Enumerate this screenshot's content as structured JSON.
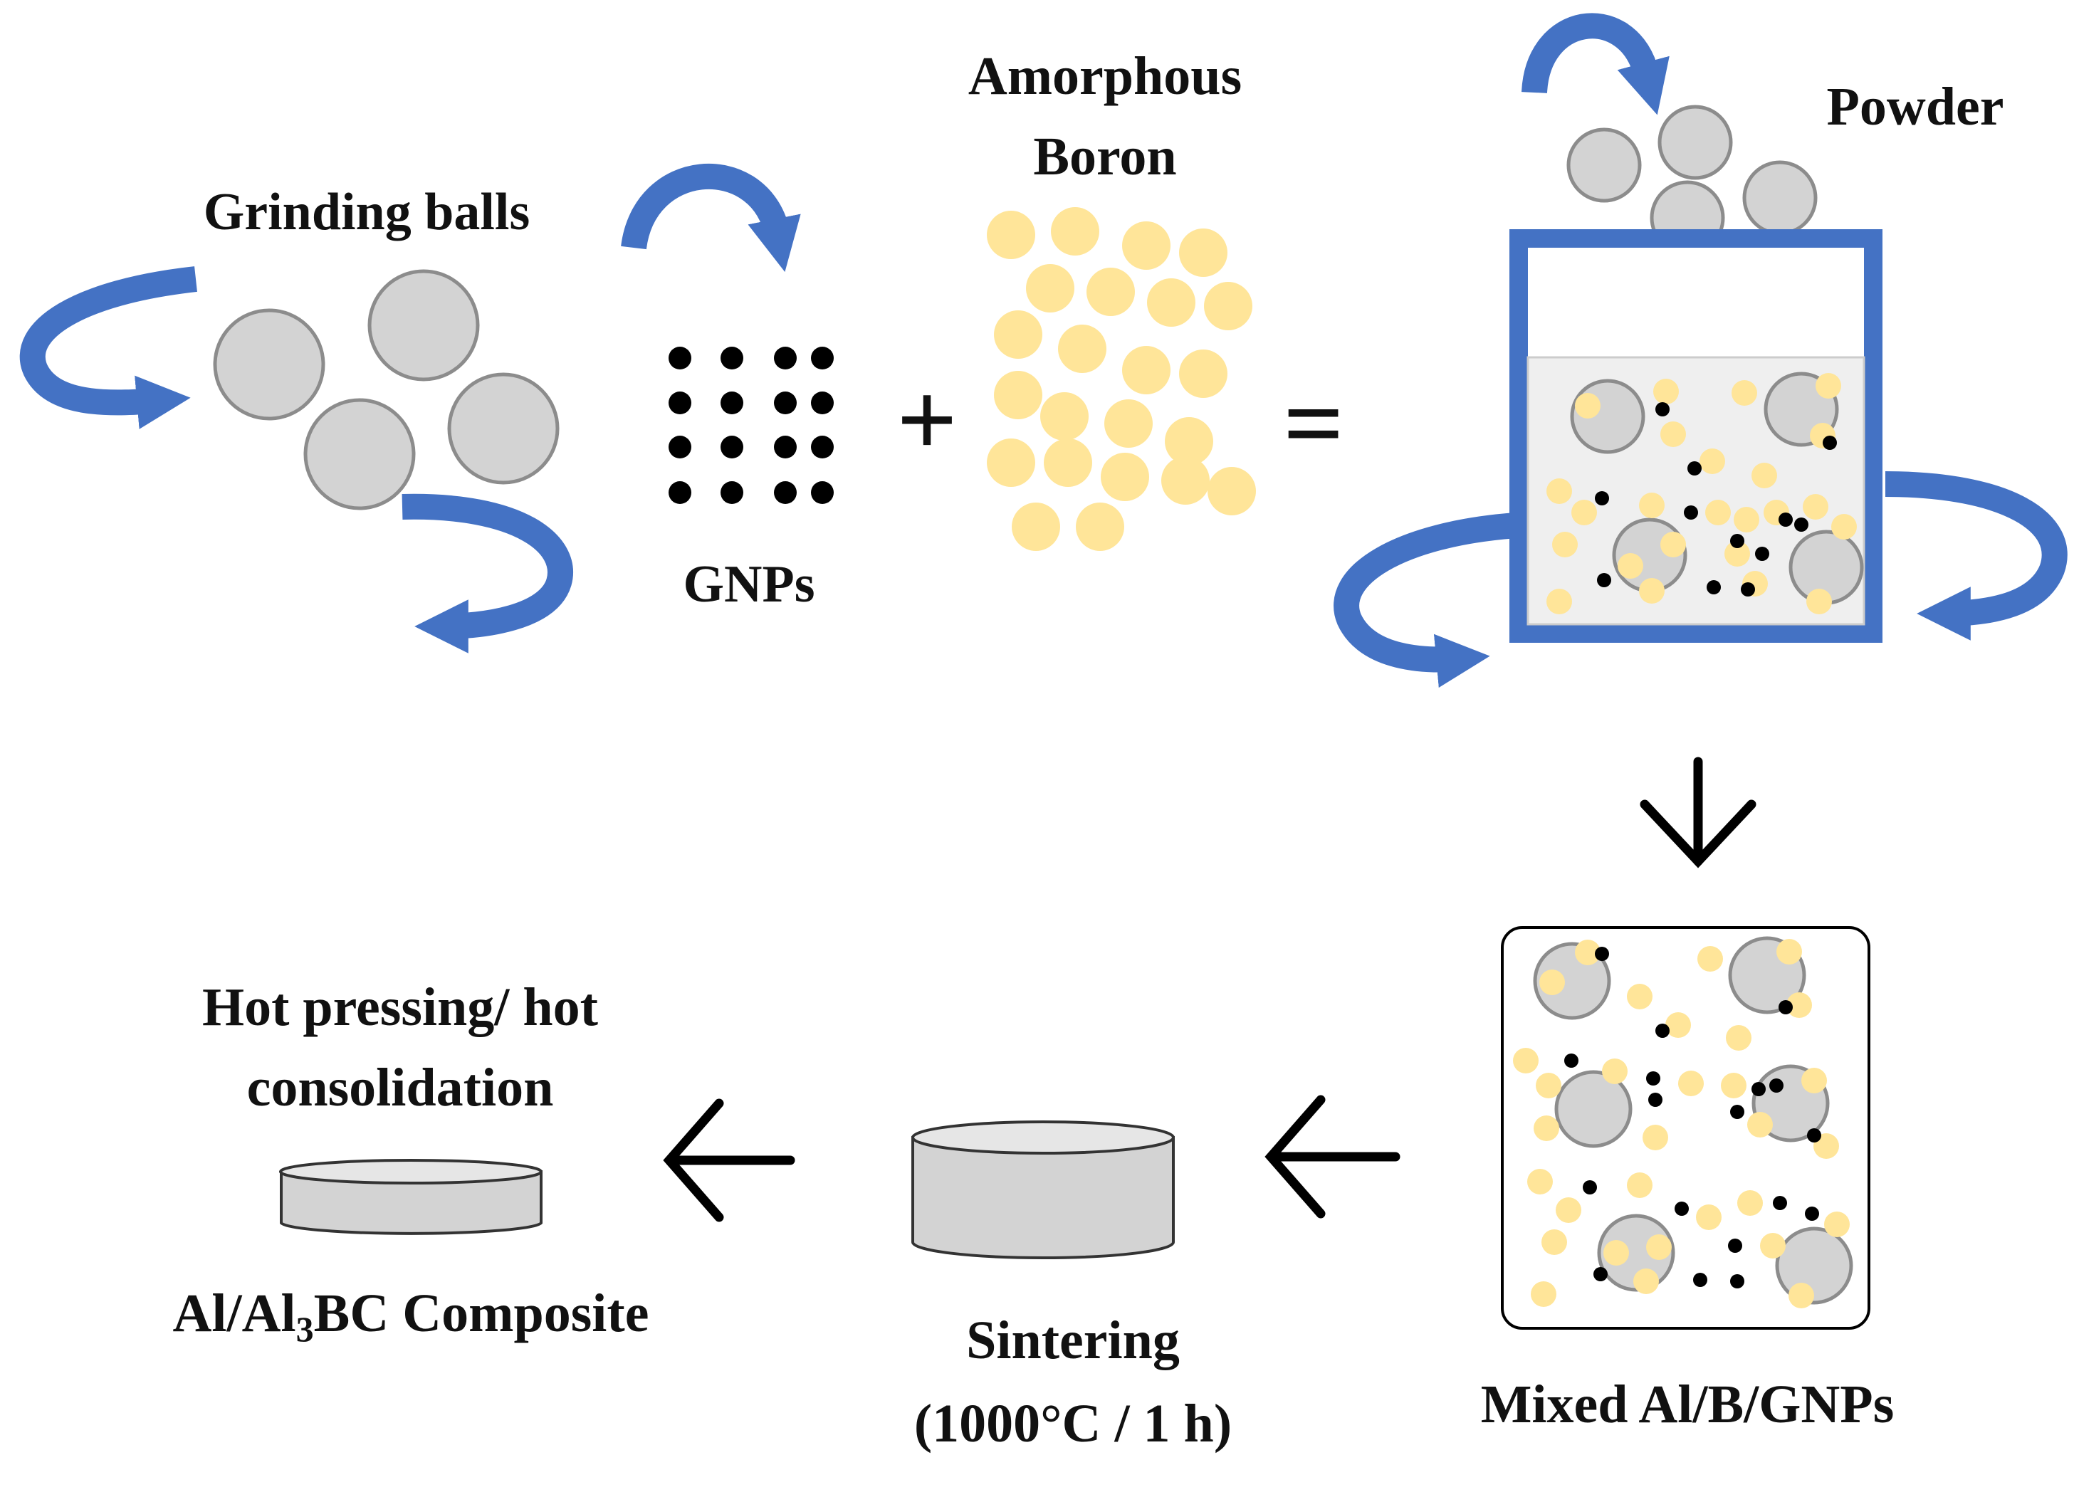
{
  "labels": {
    "grinding_balls": "Grinding balls",
    "gnps": "GNPs",
    "amorphous": "Amorphous",
    "boron": "Boron",
    "powder": "Powder",
    "plus": "+",
    "equals": "=",
    "mixed": "Mixed Al/B/GNPs",
    "sintering": "Sintering",
    "sintering_cond": "(1000°C / 1 h)",
    "hot_pressing_1": "Hot pressing/ hot",
    "hot_pressing_2": "consolidation",
    "composite_a": "Al/Al",
    "composite_sub": "3",
    "composite_b": "BC Composite"
  },
  "colors": {
    "arrow_blue": "#4472c4",
    "ball_fill": "#d3d3d3",
    "ball_stroke": "#8c8c8c",
    "boron_yellow": "#ffe599",
    "gnp_black": "#000000",
    "jar_blue": "#4472c4",
    "powder_bg": "#efefef"
  }
}
